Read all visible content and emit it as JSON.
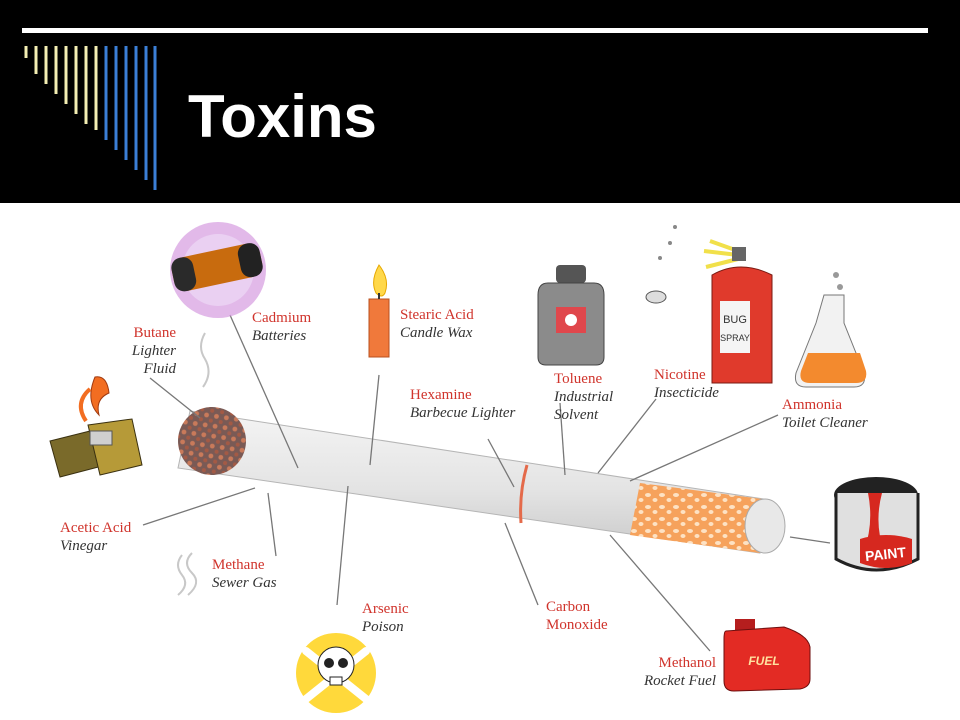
{
  "slide": {
    "title": "Toxins"
  },
  "labels": {
    "butane": {
      "name": "Butane",
      "use1": "Lighter",
      "use2": "Fluid"
    },
    "cadmium": {
      "name": "Cadmium",
      "use": "Batteries"
    },
    "stearic": {
      "name": "Stearic Acid",
      "use": "Candle Wax"
    },
    "toluene": {
      "name": "Toluene",
      "use1": "Industrial",
      "use2": "Solvent"
    },
    "nicotine": {
      "name": "Nicotine",
      "use": "Insecticide"
    },
    "ammonia": {
      "name": "Ammonia",
      "use": "Toilet Cleaner"
    },
    "hexamine": {
      "name": "Hexamine",
      "use": "Barbecue Lighter"
    },
    "acetic": {
      "name": "Acetic Acid",
      "use": "Vinegar"
    },
    "methane": {
      "name": "Methane",
      "use": "Sewer Gas"
    },
    "arsenic": {
      "name": "Arsenic",
      "use": "Poison"
    },
    "carbon": {
      "name1": "Carbon",
      "name2": "Monoxide"
    },
    "methanol": {
      "name": "Methanol",
      "use": "Rocket Fuel"
    }
  },
  "pictures": {
    "can_text1": "BUG",
    "can_text2": "SPRAY",
    "paint_text": "PAINT",
    "fuel_text": "FUEL"
  },
  "colors": {
    "name_red": "#d0342c",
    "bar_blue": "#3b7fd6",
    "bar_cream": "#f4efb4"
  }
}
